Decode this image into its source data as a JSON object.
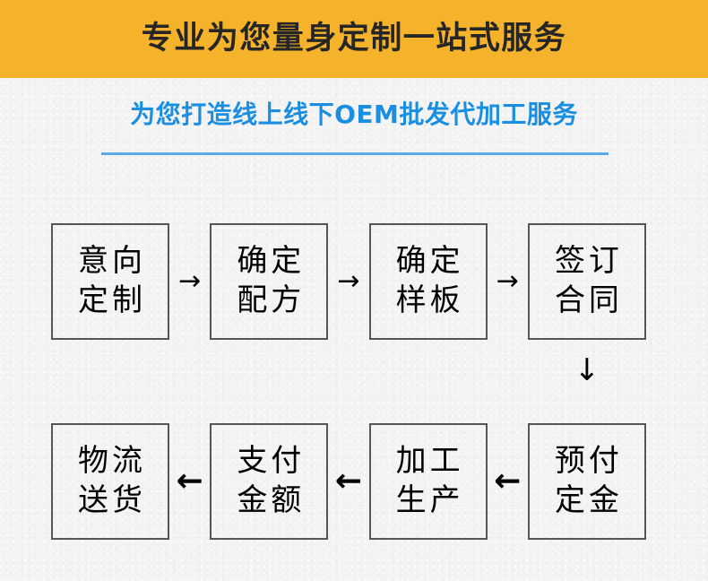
{
  "header": {
    "title": "专业为您量身定制一站式服务",
    "background_color": "#f5b32c",
    "text_color": "#262626"
  },
  "subtitle": {
    "text": "为您打造线上线下OEM批发代加工服务",
    "text_color": "#1a8ee0",
    "rule_color": "#5ba9e8"
  },
  "flow": {
    "row1": [
      {
        "line1": "意向",
        "line2": "定制"
      },
      {
        "line1": "确定",
        "line2": "配方"
      },
      {
        "line1": "确定",
        "line2": "样板"
      },
      {
        "line1": "签订",
        "line2": "合同"
      }
    ],
    "row2": [
      {
        "line1": "物流",
        "line2": "送货"
      },
      {
        "line1": "支付",
        "line2": "金额"
      },
      {
        "line1": "加工",
        "line2": "生产"
      },
      {
        "line1": "预付",
        "line2": "定金"
      }
    ],
    "arrow_right": "→",
    "arrow_left": "←",
    "arrow_down": "↓",
    "box_border_color": "#555555",
    "box_text_color": "#000000"
  }
}
